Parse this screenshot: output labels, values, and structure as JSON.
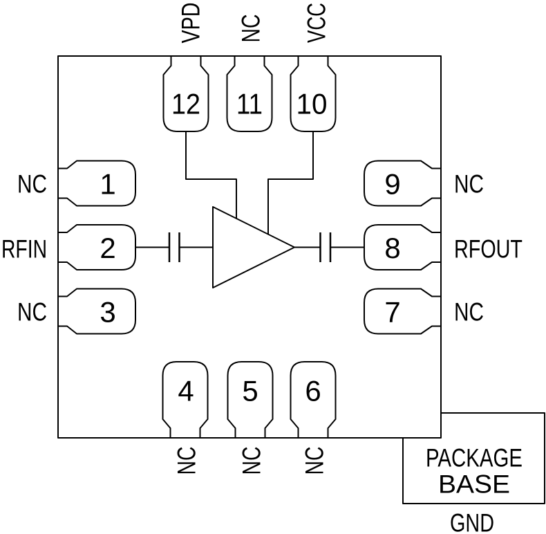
{
  "pins": [
    {
      "number": "1",
      "name": "NC",
      "side": "left"
    },
    {
      "number": "2",
      "name": "RFIN",
      "side": "left"
    },
    {
      "number": "3",
      "name": "NC",
      "side": "left"
    },
    {
      "number": "4",
      "name": "NC",
      "side": "bottom"
    },
    {
      "number": "5",
      "name": "NC",
      "side": "bottom"
    },
    {
      "number": "6",
      "name": "NC",
      "side": "bottom"
    },
    {
      "number": "7",
      "name": "NC",
      "side": "right"
    },
    {
      "number": "8",
      "name": "RFOUT",
      "side": "right"
    },
    {
      "number": "9",
      "name": "NC",
      "side": "right"
    },
    {
      "number": "10",
      "name": "VCC",
      "side": "top"
    },
    {
      "number": "11",
      "name": "NC",
      "side": "top"
    },
    {
      "number": "12",
      "name": "VPD",
      "side": "top"
    }
  ],
  "package_base": {
    "line1": "PACKAGE",
    "line2": "BASE",
    "ground": "GND"
  },
  "symbols": {
    "amplifier": "triangle-amplifier",
    "input_coupling": "capacitor",
    "output_coupling": "capacitor"
  },
  "colors": {
    "line": "#000000",
    "background": "#ffffff"
  }
}
